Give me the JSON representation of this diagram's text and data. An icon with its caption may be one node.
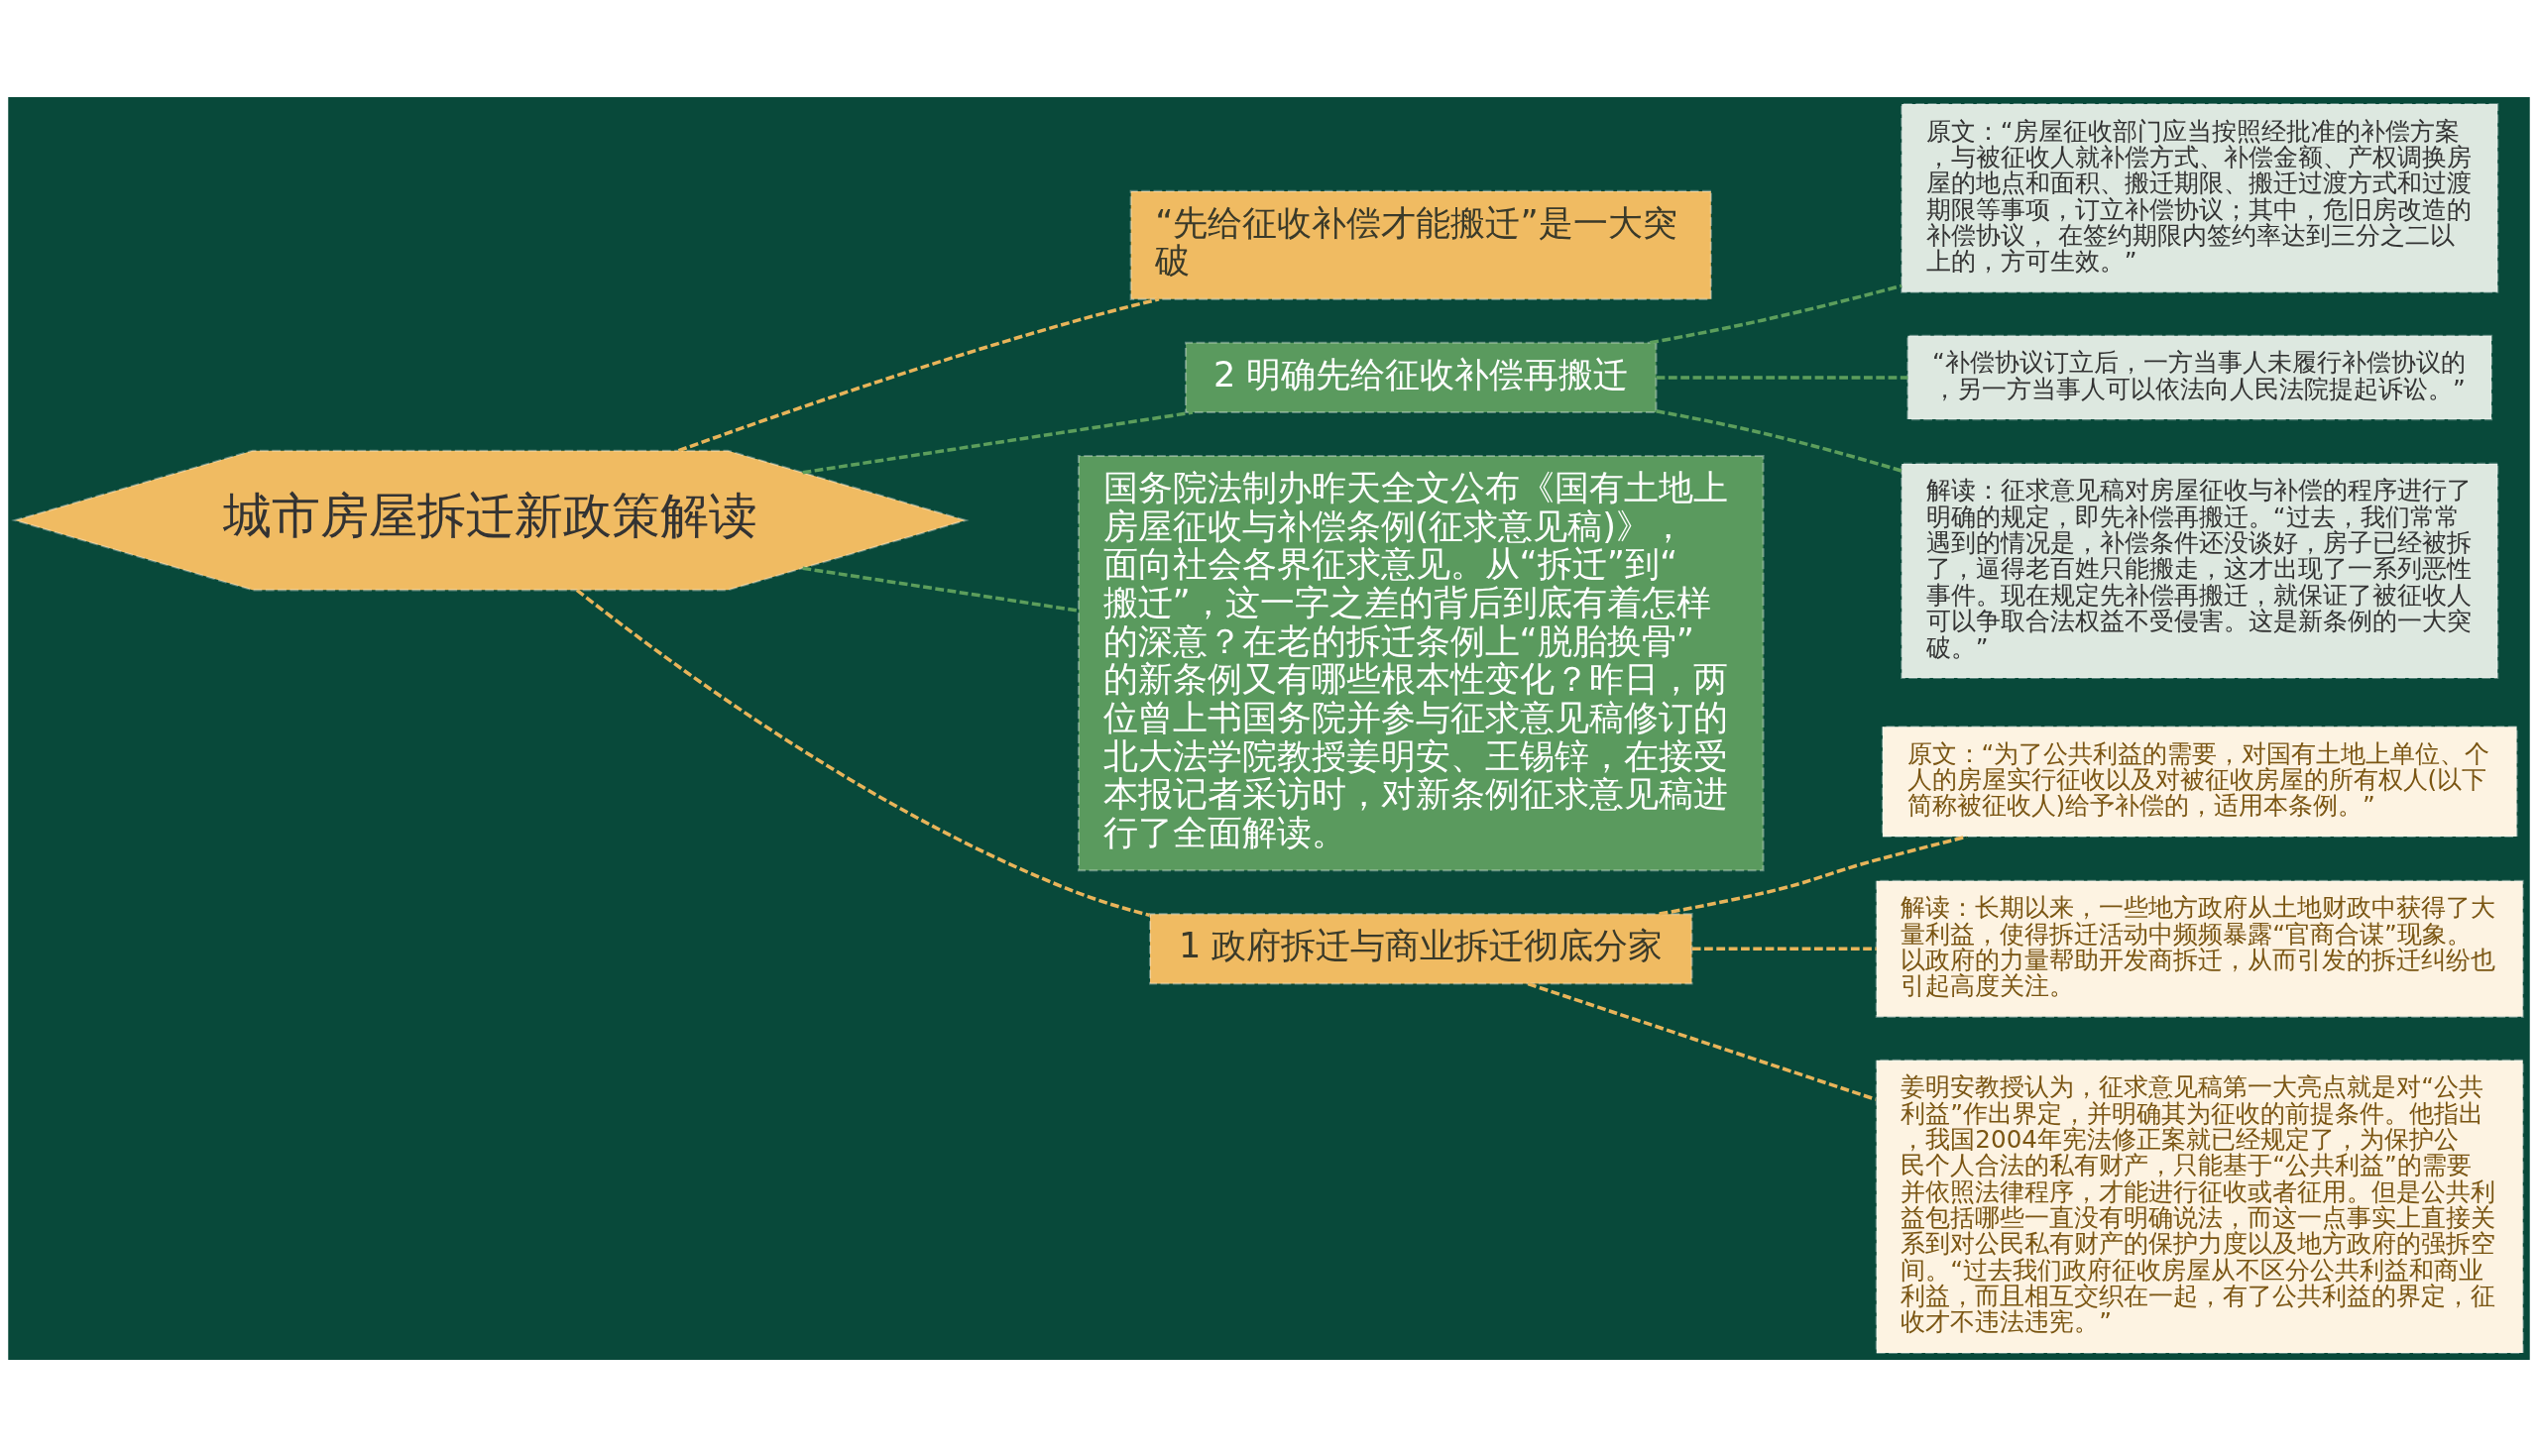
{
  "diagram": {
    "nodes": [
      {
        "text": [
          "城市房屋拆迁新政策解读"
        ]
      },
      {
        "text": [
          "“先给征收补偿才能搬迁”是一大突破"
        ]
      },
      {
        "text": [
          "2 明确先给征收补偿再搬迁"
        ]
      },
      {
        "text": [
          "原文：“房屋征收部门应当按照经批准的补偿方案，与被征收人就补偿方式、补偿金额、产权调换房屋的地点和面积、搬迁期限、搬迁过渡方式和过渡期限等事项，订立补偿协议；其中，危旧房改造的补偿协议， 在签约期限内签约率达到三分之二以上的，方可生效。”"
        ]
      },
      {
        "text": [
          "“补偿协议订立后，一方当事人未履行补偿协议的，另一方当事人可以依法向人民法院提起诉讼。”"
        ]
      },
      {
        "text": [
          "解读：征求意见稿对房屋征收与补偿的程序进行了明确的规定，即先补偿再搬迁。“过去，我们常常遇到的情况是，补偿条件还没谈好，房子已经被拆了，逼得老百姓只能搬走，这才出现了一系列恶性事件。现在规定先补偿再搬迁，就保证了被征收人可以争取合法权益不受侵害。这是新条例的一大突破。”"
        ]
      },
      {
        "text": [
          "国务院法制办昨天全文公布《国有土地上房屋征收与补偿条例(征求意见稿)》，面向社会各界征求意见。从“拆迁”到“搬迁”，这一字之差的背后到底有着怎样的深意？在老的拆迁条例上“脱胎换骨”的新条例又有哪些根本性变化？昨日，两位曾上书国务院并参与征求意见稿修订的北大法学院教授姜明安、王锡锌，在接受本报记者采访时，对新条例征求意见稿进行了全面解读。"
        ]
      },
      {
        "text": [
          "1 政府拆迁与商业拆迁彻底分家"
        ]
      },
      {
        "text": [
          "原文：“为了公共利益的需要，对国有土地上单位、个人的房屋实行征收以及对被征收房屋的所有权人(以下简称被征收人)给予补偿的，适用本条例。”"
        ]
      },
      {
        "text": [
          "解读：长期以来，一些地方政府从土地财政中获得了大量利益，使得拆迁活动中频频暴露“官商合谋”现象。以政府的力量帮助开发商拆迁，从而引发的拆迁纠纷也引起高度关注。"
        ]
      },
      {
        "text": [
          "姜明安教授认为，征求意见稿第一大亮点就是对“公共利益”作出界定，并明确其为征收的前提条件。他指出，我国2004年宪法修正案就已经规定了，为保护公民个人合法的私有财产，只能基于“公共利益”的需要并依照法律程序，才能进行征收或者征用。但是公共利益包括哪些一直没有明确说法，而这一点事实上直接关系到对公民私有财产的保护力度以及地方政府的强拆空间。“过去我们政府征收房屋从不区分公共利益和商业利益，而且相互交织在一起，有了公共利益的界定，征收才不违法违宪。”"
        ]
      }
    ],
    "edges": [
      {
        "from": 0,
        "to": 1,
        "arrow": "none",
        "style": "dashed",
        "color": "#e8b45a"
      },
      {
        "from": 0,
        "to": 2,
        "arrow": "none",
        "style": "dashed",
        "color": "#5c9e5c"
      },
      {
        "from": 2,
        "to": 3,
        "arrow": "none",
        "style": "dashed",
        "color": "#5c9e5c"
      },
      {
        "from": 2,
        "to": 4,
        "arrow": "none",
        "style": "dashed",
        "color": "#5c9e5c"
      },
      {
        "from": 2,
        "to": 5,
        "arrow": "none",
        "style": "dashed",
        "color": "#5c9e5c"
      },
      {
        "from": 0,
        "to": 6,
        "arrow": "none",
        "style": "dashed",
        "color": "#5c9e5c"
      },
      {
        "from": 0,
        "to": 7,
        "arrow": "none",
        "style": "dashed",
        "color": "#e8b45a"
      },
      {
        "from": 7,
        "to": 8,
        "arrow": "none",
        "style": "dashed",
        "color": "#e8b45a"
      },
      {
        "from": 7,
        "to": 9,
        "arrow": "none",
        "style": "dashed",
        "color": "#e8b45a"
      },
      {
        "from": 7,
        "to": 10,
        "arrow": "none",
        "style": "dashed",
        "color": "#e8b45a"
      }
    ]
  }
}
